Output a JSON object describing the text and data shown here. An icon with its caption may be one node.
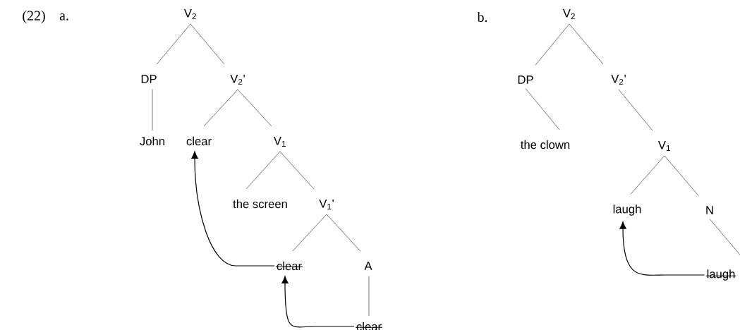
{
  "diagram": {
    "nodes": [
      {
        "text": [
          "V$_{2}$"
        ]
      },
      {
        "text": [
          "DP"
        ]
      },
      {
        "text": [
          "V$_{2}$'"
        ]
      },
      {
        "text": [
          "John"
        ]
      },
      {
        "text": [
          "clear"
        ]
      },
      {
        "text": [
          "V$_{1}$"
        ]
      },
      {
        "text": [
          "the screen"
        ]
      },
      {
        "text": [
          "V$_{1}$'"
        ]
      },
      {
        "text": [
          "clear"
        ]
      },
      {
        "text": [
          "A"
        ]
      },
      {
        "text": [
          "clear"
        ]
      },
      {
        "text": [
          "V$_{2}$"
        ]
      },
      {
        "text": [
          "DP"
        ]
      },
      {
        "text": [
          "V$_{2}$'"
        ]
      },
      {
        "text": [
          "the clown"
        ]
      },
      {
        "text": [
          "V$_{1}$"
        ]
      },
      {
        "text": [
          "laugh"
        ]
      },
      {
        "text": [
          "N"
        ]
      },
      {
        "text": [
          "laugh"
        ]
      }
    ],
    "edges": [
      {
        "from": 0,
        "to": 1,
        "arrow": "none"
      },
      {
        "from": 0,
        "to": 2,
        "arrow": "none"
      },
      {
        "from": 1,
        "to": 3,
        "arrow": "none"
      },
      {
        "from": 2,
        "to": 4,
        "arrow": "none"
      },
      {
        "from": 2,
        "to": 5,
        "arrow": "none"
      },
      {
        "from": 5,
        "to": 6,
        "arrow": "none"
      },
      {
        "from": 5,
        "to": 7,
        "arrow": "none"
      },
      {
        "from": 7,
        "to": 8,
        "arrow": "none"
      },
      {
        "from": 7,
        "to": 9,
        "arrow": "none"
      },
      {
        "from": 9,
        "to": 10,
        "arrow": "none"
      },
      {
        "from": 8,
        "to": 4,
        "arrow": "to"
      },
      {
        "from": 10,
        "to": 8,
        "arrow": "to"
      },
      {
        "from": 11,
        "to": 12,
        "arrow": "none"
      },
      {
        "from": 11,
        "to": 13,
        "arrow": "none"
      },
      {
        "from": 12,
        "to": 14,
        "arrow": "none"
      },
      {
        "from": 13,
        "to": 15,
        "arrow": "none"
      },
      {
        "from": 15,
        "to": 16,
        "arrow": "none"
      },
      {
        "from": 15,
        "to": 17,
        "arrow": "none"
      },
      {
        "from": 17,
        "to": 18,
        "arrow": "none"
      },
      {
        "from": 18,
        "to": 16,
        "arrow": "to"
      }
    ],
    "labels": [
      "(22)",
      "a.",
      "b."
    ]
  }
}
